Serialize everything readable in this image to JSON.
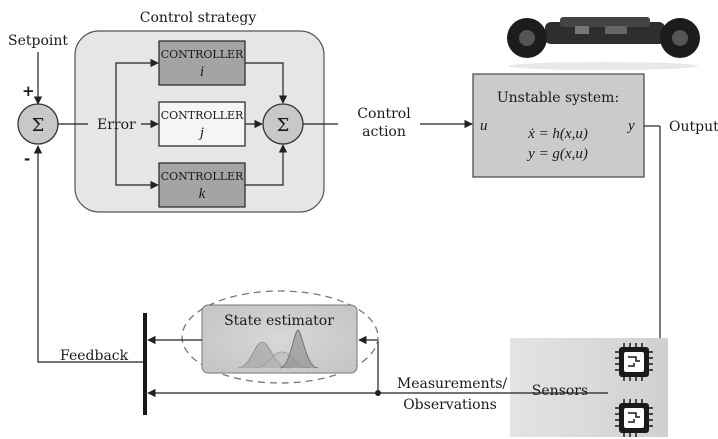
{
  "setpoint": "Setpoint",
  "signs": {
    "plus": "+",
    "minus": "-"
  },
  "sum_symbol": "Σ",
  "control_strategy": {
    "title": "Control strategy",
    "error_label": "Error",
    "controllers": [
      {
        "name": "CONTROLLER",
        "index": "i"
      },
      {
        "name": "CONTROLLER",
        "index": "j"
      },
      {
        "name": "CONTROLLER",
        "index": "k"
      }
    ]
  },
  "control_action": {
    "line1": "Control",
    "line2": "action"
  },
  "system": {
    "title": "Unstable system:",
    "input": "u",
    "output_var": "y",
    "eq1": "ẋ = h(x,u)",
    "eq2": "y = g(x,u)"
  },
  "output_label": "Output",
  "sensors_label": "Sensors",
  "measurements": {
    "line1": "Measurements/",
    "line2": "Observations"
  },
  "state_estimator": "State estimator",
  "feedback": "Feedback",
  "icons": [
    "robot-vehicle-image",
    "chip-icon",
    "chip-icon"
  ]
}
